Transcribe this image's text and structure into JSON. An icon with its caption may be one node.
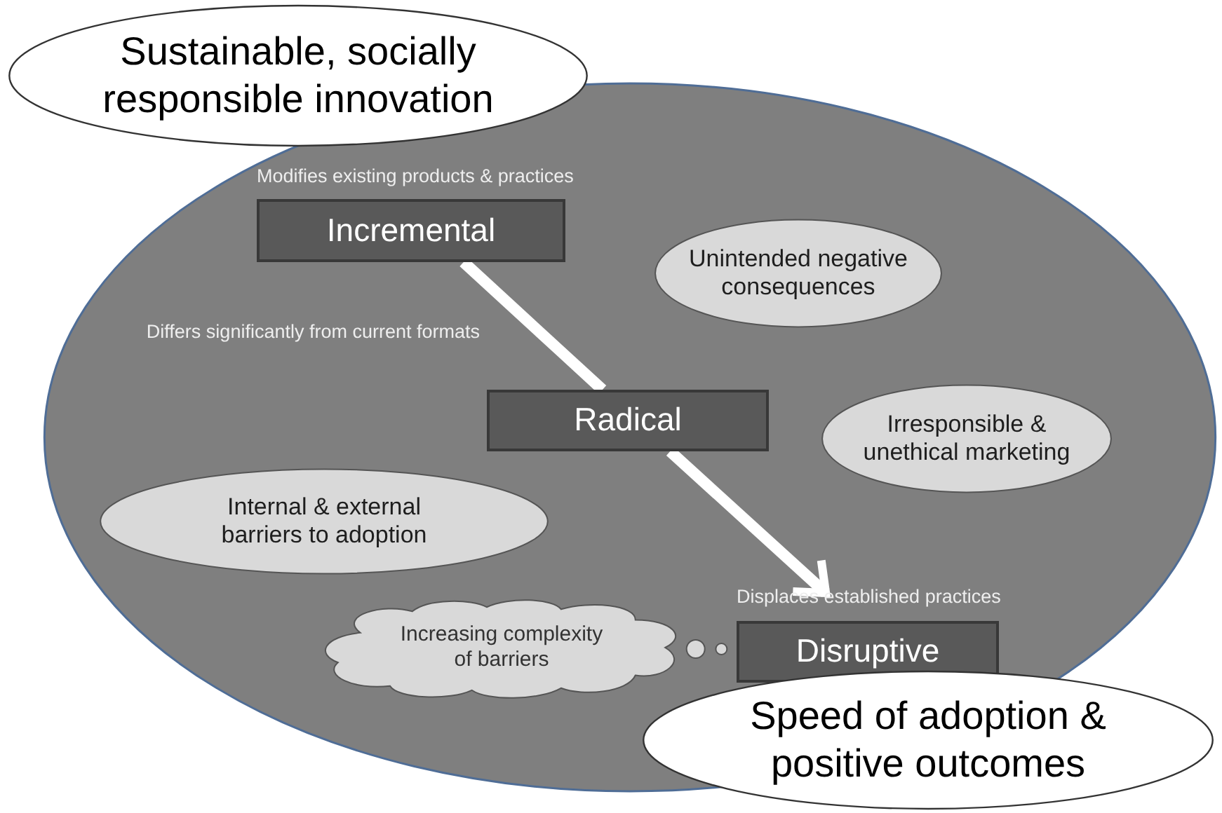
{
  "diagram": {
    "nodes": [
      {
        "text": [],
        "shape": "ellipse"
      },
      {
        "text": [
          "Sustainable, socially responsible innovation"
        ]
      },
      {
        "text": [
          "Incremental"
        ],
        "in": 0,
        "beside": [
          "Modifies existing products & practices"
        ]
      },
      {
        "text": [
          "Unintended negative consequences"
        ],
        "in": 0
      },
      {
        "text": [
          "Radical"
        ],
        "in": 0,
        "beside": [
          "Differs significantly from current formats"
        ]
      },
      {
        "text": [
          "Irresponsible & unethical marketing"
        ],
        "in": 0
      },
      {
        "text": [
          "Internal & external barriers to adoption"
        ],
        "in": 0
      },
      {
        "text": [
          "Disruptive"
        ],
        "in": 0,
        "beside": [
          "Displaces established practices"
        ]
      },
      {
        "text": [
          "Increasing complexity of barriers"
        ],
        "in": 0
      },
      {
        "text": [
          "Speed of adoption & positive outcomes"
        ]
      }
    ],
    "edges": [
      {
        "from": 2,
        "to": 4,
        "arrow": "none"
      },
      {
        "from": 4,
        "to": 7,
        "arrow": "to"
      }
    ]
  }
}
